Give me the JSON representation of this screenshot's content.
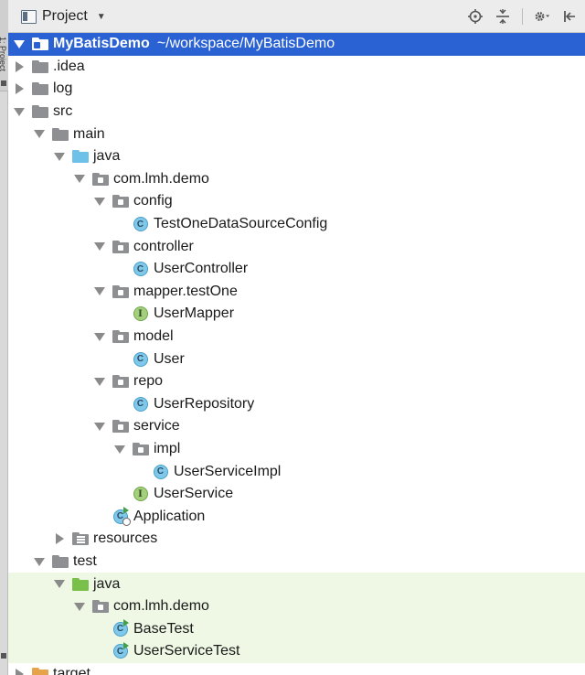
{
  "header": {
    "title": "Project",
    "tool_icons": [
      "locate-icon",
      "collapse-all-icon",
      "settings-gear-icon",
      "hide-panel-icon"
    ]
  },
  "sidebar": {
    "tab_label": "1: Project"
  },
  "tree": {
    "rows": [
      {
        "label": "MyBatisDemo",
        "path": "~/workspace/MyBatisDemo",
        "icon": "project-module-icon",
        "expanded": true,
        "selected": true
      },
      {
        "label": ".idea",
        "icon": "folder-icon",
        "expanded": false
      },
      {
        "label": "log",
        "icon": "folder-icon",
        "expanded": false
      },
      {
        "label": "src",
        "icon": "folder-icon",
        "expanded": true
      },
      {
        "label": "main",
        "icon": "folder-icon",
        "expanded": true
      },
      {
        "label": "java",
        "icon": "source-root-icon",
        "expanded": true
      },
      {
        "label": "com.lmh.demo",
        "icon": "package-icon",
        "expanded": true
      },
      {
        "label": "config",
        "icon": "package-icon",
        "expanded": true
      },
      {
        "label": "TestOneDataSourceConfig",
        "icon": "class-icon"
      },
      {
        "label": "controller",
        "icon": "package-icon",
        "expanded": true
      },
      {
        "label": "UserController",
        "icon": "class-icon"
      },
      {
        "label": "mapper.testOne",
        "icon": "package-icon",
        "expanded": true
      },
      {
        "label": "UserMapper",
        "icon": "interface-icon"
      },
      {
        "label": "model",
        "icon": "package-icon",
        "expanded": true
      },
      {
        "label": "User",
        "icon": "class-icon"
      },
      {
        "label": "repo",
        "icon": "package-icon",
        "expanded": true
      },
      {
        "label": "UserRepository",
        "icon": "class-icon"
      },
      {
        "label": "service",
        "icon": "package-icon",
        "expanded": true
      },
      {
        "label": "impl",
        "icon": "package-icon",
        "expanded": true
      },
      {
        "label": "UserServiceImpl",
        "icon": "class-icon"
      },
      {
        "label": "UserService",
        "icon": "interface-icon"
      },
      {
        "label": "Application",
        "icon": "spring-boot-app-icon"
      },
      {
        "label": "resources",
        "icon": "resources-root-icon",
        "expanded": false
      },
      {
        "label": "test",
        "icon": "folder-icon",
        "expanded": true
      },
      {
        "label": "java",
        "icon": "test-root-icon",
        "expanded": true
      },
      {
        "label": "com.lmh.demo",
        "icon": "package-icon",
        "expanded": true
      },
      {
        "label": "BaseTest",
        "icon": "test-class-icon"
      },
      {
        "label": "UserServiceTest",
        "icon": "test-class-icon"
      },
      {
        "label": "target",
        "icon": "excluded-folder-icon",
        "expanded": false
      }
    ]
  },
  "colors": {
    "selection": "#2a61d3",
    "test_highlight": "#eef8e4",
    "class_icon": "#7fc8ea",
    "interface_icon": "#a4d07d",
    "source_folder": "#6ec1e8",
    "test_folder": "#79c04a",
    "plain_folder": "#8d8f92"
  }
}
